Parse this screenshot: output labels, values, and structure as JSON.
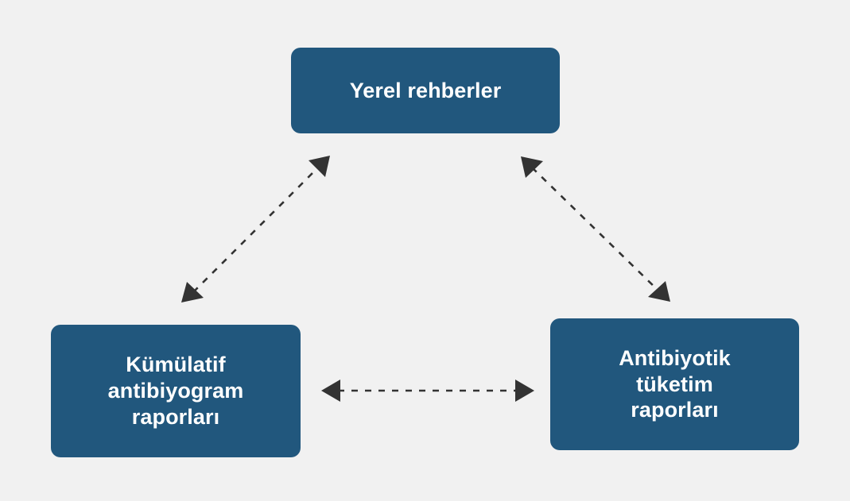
{
  "diagram": {
    "title": "",
    "background_color": "#f1f1f1",
    "node_fill_color": "#21577d",
    "node_text_color": "#ffffff",
    "edge_color": "#333333",
    "nodes": [
      {
        "id": "yerel-rehberler",
        "label": "Yerel rehberler",
        "name": "node-yerel-rehberler"
      },
      {
        "id": "kumulatif-antibiyogram-raporlari",
        "label": "Kümülatif\nantibiyogram\nraporları",
        "name": "node-kumulatif-antibiyogram-raporlari"
      },
      {
        "id": "antibiyotik-tuketim-raporlari",
        "label": "Antibiyotik\ntüketim\nraporları",
        "name": "node-antibiyotik-tuketim-raporlari"
      }
    ],
    "edges": [
      {
        "id": "edge-left",
        "from": "kumulatif-antibiyogram-raporlari",
        "to": "yerel-rehberler",
        "style": "dashed",
        "arrowheads": "both"
      },
      {
        "id": "edge-right",
        "from": "yerel-rehberler",
        "to": "antibiyotik-tuketim-raporlari",
        "style": "dashed",
        "arrowheads": "both"
      },
      {
        "id": "edge-bottom",
        "from": "kumulatif-antibiyogram-raporlari",
        "to": "antibiyotik-tuketim-raporlari",
        "style": "dashed",
        "arrowheads": "both"
      }
    ]
  }
}
